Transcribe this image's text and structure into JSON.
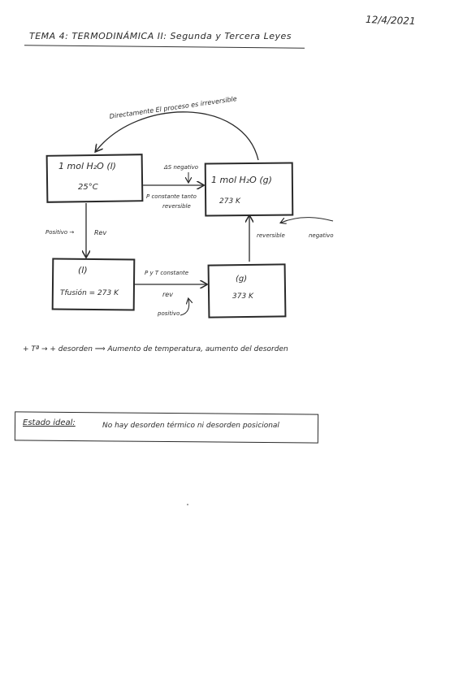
{
  "date": "12/4/2021",
  "header": {
    "title": "TEMA 4: TERMODINÁMICA II: Segunda y Tercera Leyes"
  },
  "diagram": {
    "boxes": {
      "top_left": {
        "line1": "1 mol  H₂O (l)",
        "line2": "25°C"
      },
      "top_right": {
        "line1": "1 mol  H₂O (g)",
        "line2": "273 K"
      },
      "bottom_left": {
        "line1": "(l)",
        "line2": "Tfusión = 273 K"
      },
      "bottom_right": {
        "line1": "(g)",
        "line2": "373 K"
      }
    },
    "arrows": {
      "top_curve_label": "Directamente  El proceso es irreversible",
      "top_middle_above": "ΔS negativo",
      "top_middle_below_1": "P constante tanto",
      "top_middle_below_2": "reversible",
      "left_vertical_left": "Positivo →",
      "left_vertical_right": "Rev",
      "bottom_middle_above": "P y T constante",
      "bottom_middle_below": "rev",
      "bottom_middle_note": "positivo",
      "right_vertical_left": "reversible",
      "right_vertical_right": "negativo"
    }
  },
  "note": "+ Tª → + desorden  ⟹  Aumento de temperatura, aumento del desorden",
  "ideal": {
    "title": "Estado ideal:",
    "text": "No hay desorden térmico ni desorden posicional"
  }
}
